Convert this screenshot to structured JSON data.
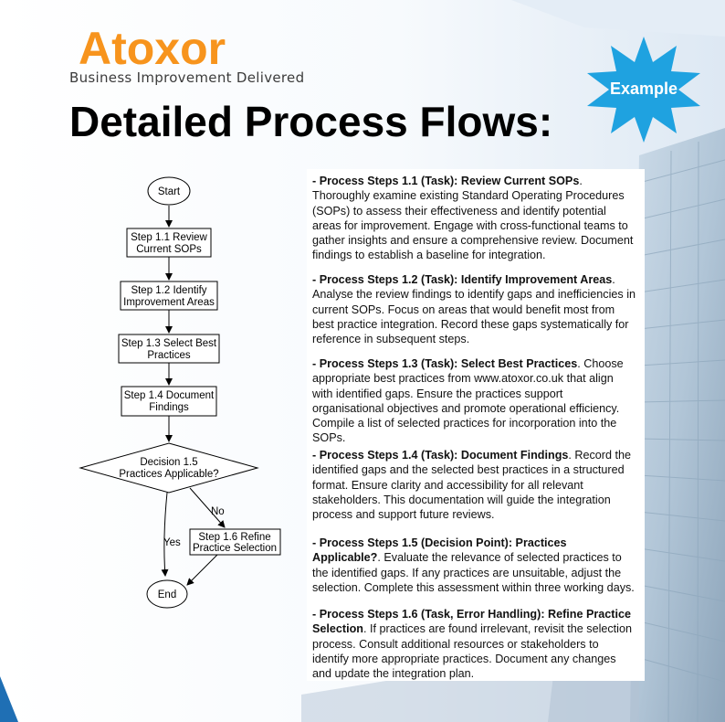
{
  "brand": {
    "name": "Atoxor",
    "tagline": "Business Improvement Delivered"
  },
  "badge": {
    "label": "Example"
  },
  "page_title": "Detailed Process Flows:",
  "flowchart": {
    "start": "Start",
    "steps": [
      {
        "id": "s11",
        "line1": "Step 1.1 Review",
        "line2": "Current SOPs"
      },
      {
        "id": "s12",
        "line1": "Step 1.2 Identify",
        "line2": "Improvement Areas"
      },
      {
        "id": "s13",
        "line1": "Step 1.3 Select Best",
        "line2": "Practices"
      },
      {
        "id": "s14",
        "line1": "Step 1.4 Document",
        "line2": "Findings"
      }
    ],
    "decision": {
      "line1": "Decision 1.5",
      "line2": "Practices Applicable?"
    },
    "refine": {
      "line1": "Step 1.6 Refine",
      "line2": "Practice Selection"
    },
    "no_label": "No",
    "yes_label": "Yes",
    "end": "End"
  },
  "descriptions": [
    {
      "head": "- Process Steps 1.1 (Task): Review Current SOPs",
      "body": ". Thoroughly examine existing Standard Operating Procedures (SOPs) to assess their effectiveness and identify potential areas for improvement. Engage with cross-functional teams to gather insights and ensure a comprehensive review. Document findings to establish a baseline for integration."
    },
    {
      "head": "- Process Steps 1.2 (Task): Identify Improvement Areas",
      "body": ". Analyse the review findings to identify gaps and inefficiencies in current SOPs. Focus on areas that would benefit most from best practice integration. Record these gaps systematically for reference in subsequent steps."
    },
    {
      "head": "- Process Steps 1.3 (Task): Select Best Practices",
      "body": ". Choose appropriate best practices from www.atoxor.co.uk that align with identified gaps. Ensure the practices support organisational objectives and promote operational efficiency. Compile a list of selected practices for incorporation into the SOPs."
    },
    {
      "head": "- Process Steps 1.4 (Task): Document Findings",
      "body": ". Record the identified gaps and the selected best practices in a structured format. Ensure clarity and accessibility for all relevant stakeholders. This documentation will guide the integration process and support future reviews."
    },
    {
      "head": "- Process Steps 1.5 (Decision Point): Practices Applicable?",
      "body": ". Evaluate the relevance of selected practices to the identified gaps. If any practices are unsuitable, adjust the selection. Complete this assessment within three working days."
    },
    {
      "head": "- Process Steps 1.6 (Task, Error Handling): Refine Practice Selection",
      "body": ". If practices are found irrelevant, revisit the selection process. Consult additional resources or stakeholders to identify more appropriate practices. Document any changes and update the integration plan."
    }
  ]
}
